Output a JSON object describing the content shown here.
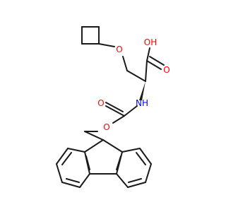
{
  "molecule": {
    "atoms": {
      "o_ether": "O",
      "o_hydroxyl": "OH",
      "o_carbonyl_acid": "O",
      "nh": "NH",
      "o_carbonyl_carbamate": "O",
      "o_ester": "O"
    }
  },
  "colors": {
    "bond": "#1a1a1a",
    "oxygen": "#ff0000",
    "nitrogen": "#0000ff"
  }
}
